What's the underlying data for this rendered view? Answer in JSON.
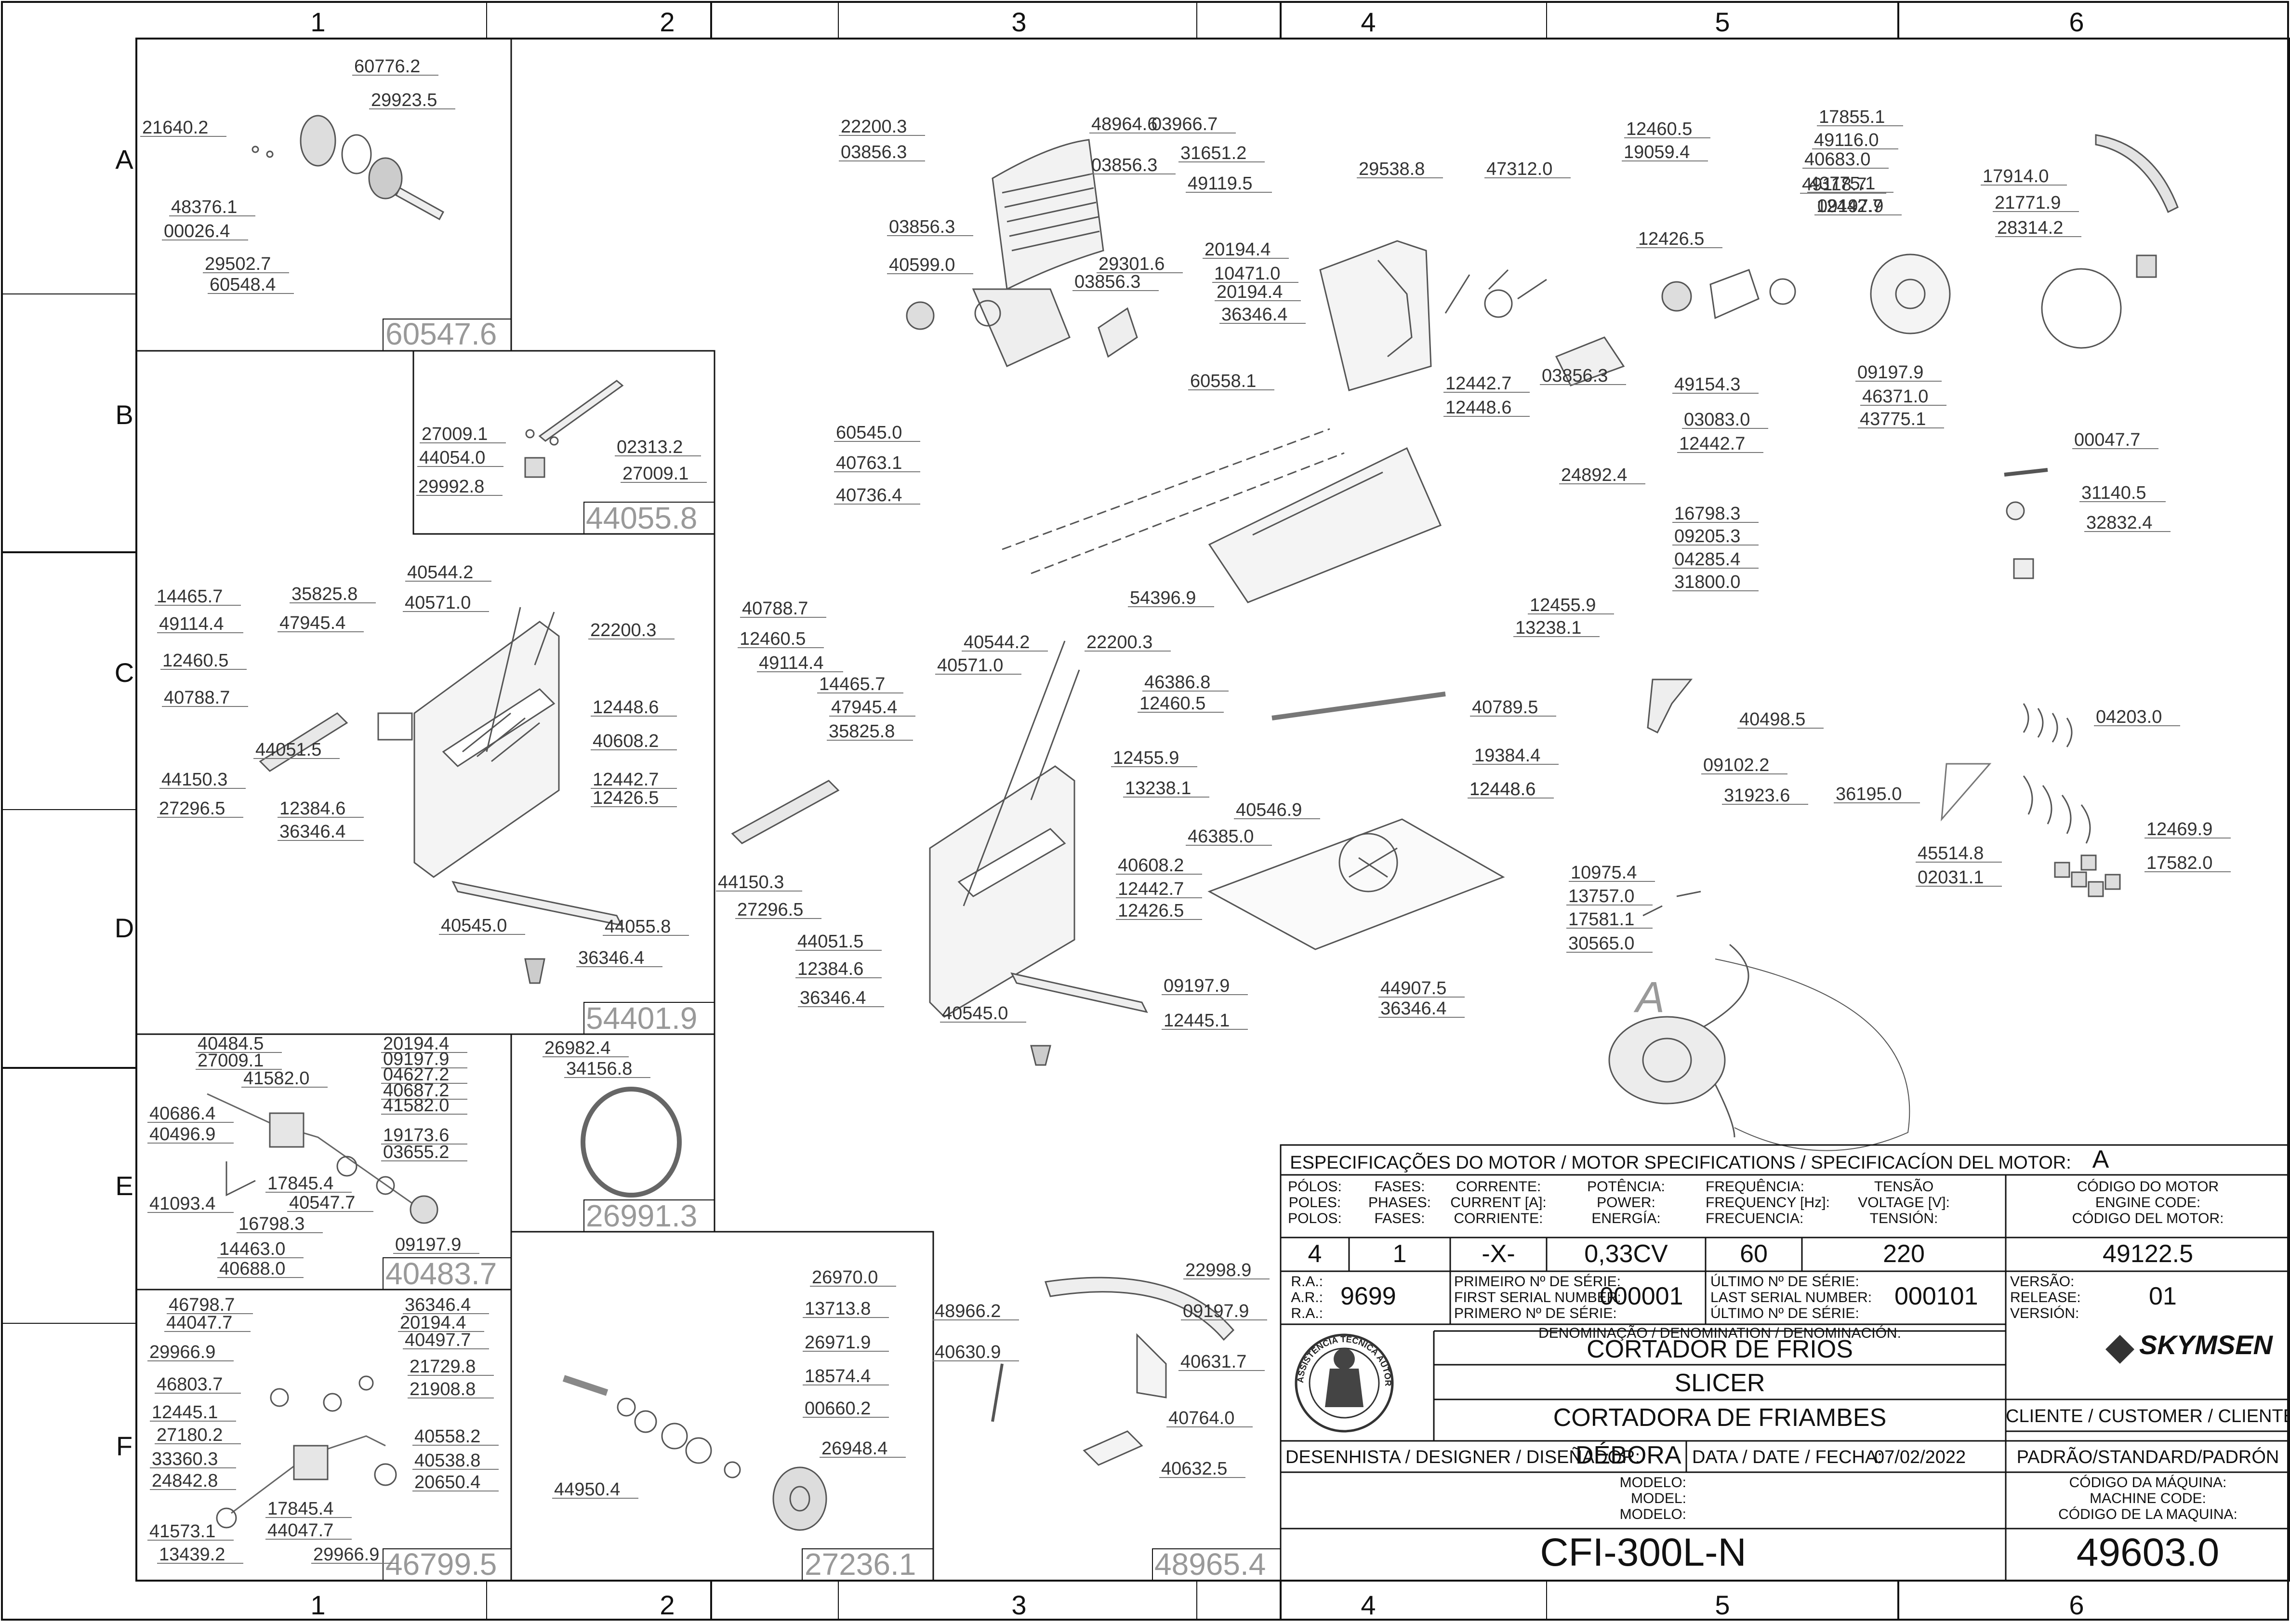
{
  "grid": {
    "columns": [
      "1",
      "2",
      "3",
      "4",
      "5",
      "6"
    ],
    "rows": [
      "A",
      "B",
      "C",
      "D",
      "E",
      "F"
    ]
  },
  "panels": {
    "a1": {
      "code": "60547.6",
      "labels": [
        "60776.2",
        "29923.5",
        "21640.2",
        "48376.1",
        "00026.4",
        "29502.7",
        "60548.4"
      ]
    },
    "b2": {
      "code": "44055.8",
      "labels": [
        "27009.1",
        "44054.0",
        "29992.8",
        "02313.2",
        "27009.1"
      ]
    },
    "c1": {
      "code": "54401.9",
      "labels": [
        "40544.2",
        "35825.8",
        "40571.0",
        "14465.7",
        "47945.4",
        "49114.4",
        "22200.3",
        "12460.5",
        "40788.7",
        "44150.3",
        "44051.5",
        "27296.5",
        "12384.6",
        "36346.4",
        "12448.6",
        "40608.2",
        "12442.7",
        "12426.5",
        "40545.0",
        "44055.8",
        "36346.4"
      ]
    },
    "e1": {
      "code": "40483.7",
      "labels": [
        "40484.5",
        "20194.4",
        "27009.1",
        "09197.9",
        "41582.0",
        "04627.2",
        "40687.2",
        "40686.4",
        "41582.0",
        "40496.9",
        "19173.6",
        "03655.2",
        "41093.4",
        "17845.4",
        "40547.7",
        "16798.3",
        "14463.0",
        "09197.9",
        "40688.0"
      ]
    },
    "e2": {
      "code": "26991.3",
      "labels": [
        "26982.4",
        "34156.8"
      ]
    },
    "f1": {
      "code": "46799.5",
      "labels": [
        "46798.7",
        "36346.4",
        "44047.7",
        "20194.4",
        "29966.9",
        "40497.7",
        "21729.8",
        "46803.7",
        "21908.8",
        "12445.1",
        "27180.2",
        "33360.3",
        "40558.2",
        "24842.8",
        "40538.8",
        "20650.4",
        "17845.4",
        "41573.1",
        "44047.7",
        "13439.2",
        "29966.9"
      ]
    },
    "f2": {
      "code": "27236.1",
      "labels": [
        "26970.0",
        "13713.8",
        "26971.9",
        "18574.4",
        "00660.2",
        "26948.4",
        "44950.4"
      ]
    },
    "f3": {
      "code": "48965.4",
      "labels": [
        "22998.9",
        "48966.2",
        "09197.9",
        "40630.9",
        "40631.7",
        "40764.0",
        "40632.5"
      ]
    },
    "main": {
      "labels": [
        "22200.3",
        "48964.6",
        "03966.7",
        "03856.3",
        "31651.2",
        "03856.3",
        "49119.5",
        "29538.8",
        "47312.0",
        "12460.5",
        "19059.4",
        "17855.1",
        "49116.0",
        "40683.0",
        "49118.7",
        "43775.1",
        "17914.0",
        "12442.7",
        "09197.9",
        "21771.9",
        "12426.5",
        "28314.2",
        "03856.3",
        "20194.4",
        "29301.6",
        "40599.0",
        "10471.0",
        "03856.3",
        "20194.4",
        "36346.4",
        "60558.1",
        "12442.7",
        "12448.6",
        "03856.3",
        "49154.3",
        "09197.9",
        "46371.0",
        "43775.1",
        "03083.0",
        "12442.7",
        "60545.0",
        "40763.1",
        "40736.4",
        "24892.4",
        "00047.7",
        "31140.5",
        "32832.4",
        "16798.3",
        "09205.3",
        "04285.4",
        "31800.0",
        "54396.9",
        "40788.7",
        "12460.5",
        "40544.2",
        "22200.3",
        "49114.4",
        "40571.0",
        "14465.7",
        "47945.4",
        "35825.8",
        "12455.9",
        "13238.1",
        "46386.8",
        "12460.5",
        "40789.5",
        "40498.5",
        "04203.0",
        "12455.9",
        "19384.4",
        "12448.6",
        "13238.1",
        "40546.9",
        "12448.6",
        "46385.0",
        "09102.2",
        "31923.6",
        "36195.0",
        "12469.9",
        "45514.8",
        "02031.1",
        "10975.4",
        "17582.0",
        "13757.0",
        "17581.1",
        "30565.0",
        "40608.2",
        "12442.7",
        "12426.5",
        "44150.3",
        "27296.5",
        "44051.5",
        "12384.6",
        "36346.4",
        "40545.0",
        "09197.9",
        "12445.1",
        "44907.5",
        "36346.4"
      ],
      "motor_tag": "A"
    }
  },
  "title_block": {
    "motor_spec_title": "ESPECIFICAÇÕES DO MOTOR / MOTOR SPECIFICATIONS / SPECIFICACÍON DEL MOTOR:",
    "motor_spec_value": "A",
    "headers": [
      {
        "l1": "PÓLOS:",
        "l2": "POLES:",
        "l3": "POLOS:"
      },
      {
        "l1": "FASES:",
        "l2": "PHASES:",
        "l3": "FASES:"
      },
      {
        "l1": "CORRENTE:",
        "l2": "CURRENT [A]:",
        "l3": "CORRIENTE:"
      },
      {
        "l1": "POTÊNCIA:",
        "l2": "POWER:",
        "l3": "ENERGÍA:"
      },
      {
        "l1": "FREQUÊNCIA:",
        "l2": "FREQUENCY [Hz]:",
        "l3": "FRECUENCIA:"
      },
      {
        "l1": "TENSÃO",
        "l2": "VOLTAGE [V]:",
        "l3": "TENSIÓN:"
      },
      {
        "l1": "CÓDIGO DO MOTOR",
        "l2": "ENGINE CODE:",
        "l3": "CÓDIGO DEL MOTOR:"
      }
    ],
    "values": [
      "4",
      "1",
      "-X-",
      "0,33CV",
      "60",
      "220",
      "49122.5"
    ],
    "ra_labels": [
      "R.A.:",
      "A.R.:",
      "R.A.:"
    ],
    "ra_value": "9699",
    "first_serial_labels": [
      "PRIMEIRO Nº DE SÉRIE:",
      "FIRST SERIAL NUMBER:",
      "PRIMERO Nº DE SÉRIE:"
    ],
    "first_serial": "000001",
    "last_serial_labels": [
      "ÚLTIMO Nº DE SÉRIE:",
      "LAST SERIAL NUMBER:",
      "ÚLTIMO Nº DE SÉRIE:"
    ],
    "last_serial": "000101",
    "version_labels": [
      "VERSÃO:",
      "RELEASE:",
      "VERSIÓN:"
    ],
    "version": "01",
    "denomination_label": "DENOMINAÇÃO / DENOMINATION / DENOMINACIÓN:",
    "name_pt": "CORTADOR DE FRIOS",
    "name_en": "SLICER",
    "name_es": "CORTADORA DE FRIAMBES",
    "brand": "SKYMSEN",
    "badge_text": "ASSISTÊNCIA TÉCNICA AUTORIZADA",
    "customer_label": "CLIENTE / CUSTOMER / CLIENTE:",
    "customer_value": "PADRÃO/STANDARD/PADRÓN",
    "designer_label": "DESENHISTA / DESIGNER / DISEÑADOR:",
    "designer": "DÉBORA",
    "date_label": "DATA / DATE / FECHA:",
    "date": "07/02/2022",
    "model_labels": [
      "MODELO:",
      "MODEL:",
      "MODELO:"
    ],
    "machine_code_labels": [
      "CÓDIGO DA MÁQUINA:",
      "MACHINE CODE:",
      "CÓDIGO DE LA MAQUINA:"
    ],
    "model": "CFI-300L-N",
    "machine_code": "49603.0"
  },
  "colors": {
    "line": "#111111",
    "label": "#333333",
    "panel_code": "#999999",
    "part": "#666666"
  }
}
